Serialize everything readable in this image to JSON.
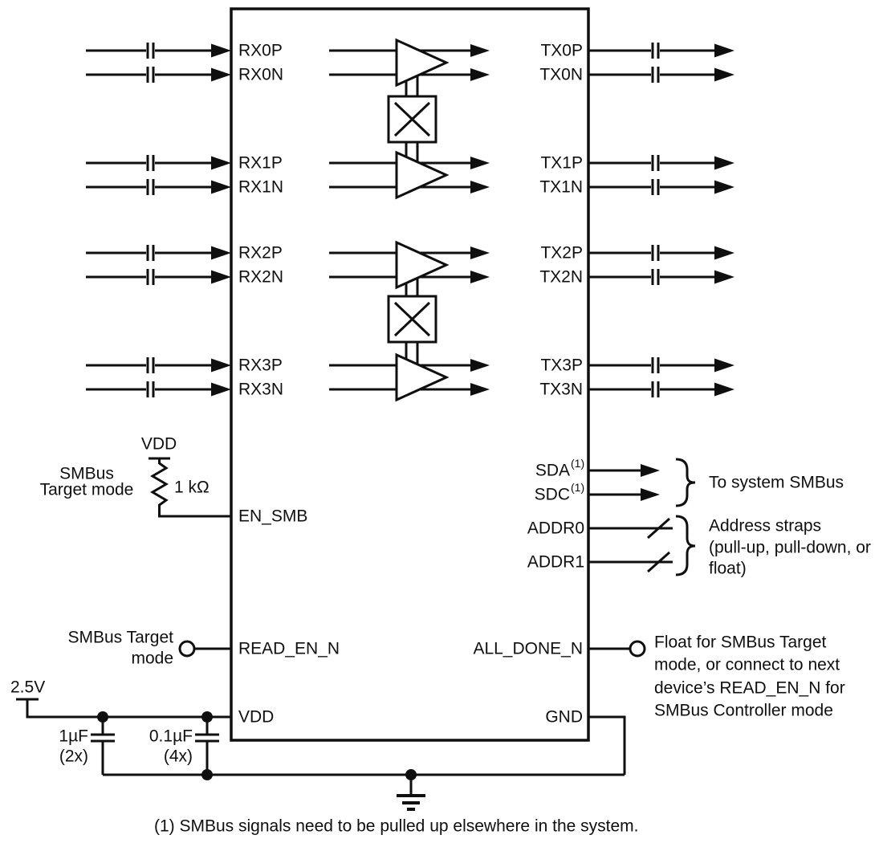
{
  "ic": {
    "rx_pins": [
      "RX0P",
      "RX0N",
      "RX1P",
      "RX1N",
      "RX2P",
      "RX2N",
      "RX3P",
      "RX3N"
    ],
    "tx_pins": [
      "TX0P",
      "TX0N",
      "TX1P",
      "TX1N",
      "TX2P",
      "TX2N",
      "TX3P",
      "TX3N"
    ],
    "pins": {
      "sda": "SDA",
      "sdc": "SDC",
      "footnote_ref": "(1)",
      "addr0": "ADDR0",
      "addr1": "ADDR1",
      "en_smb": "EN_SMB",
      "read_en_n": "READ_EN_N",
      "all_done_n": "ALL_DONE_N",
      "vdd": "VDD",
      "gnd": "GND"
    }
  },
  "annotations": {
    "en_smb_mode": {
      "line1": "SMBus",
      "line2": "Target mode"
    },
    "pullup": {
      "rail_label": "VDD",
      "resistor_value": "1 kΩ"
    },
    "smbus_dest": "To system SMBus",
    "addr_straps": {
      "line1": "Address straps",
      "line2": "(pull-up, pull-down, or",
      "line3": "float)"
    },
    "read_en_mode": {
      "line1": "SMBus Target",
      "line2": "mode"
    },
    "all_done_note": {
      "line1": "Float for SMBus Target",
      "line2": "mode, or connect to next",
      "line3": "device’s READ_EN_N for",
      "line4": "SMBus Controller mode"
    },
    "supply": {
      "voltage": "2.5V",
      "bulk_cap": "1µF",
      "bulk_cap_qty": "(2x)",
      "bypass_cap": "0.1µF",
      "bypass_cap_qty": "(4x)"
    },
    "footnote": "(1)  SMBus signals need to be pulled up elsewhere in the system."
  },
  "colors": {
    "ink": "#0f0f0f",
    "background": "#ffffff"
  }
}
